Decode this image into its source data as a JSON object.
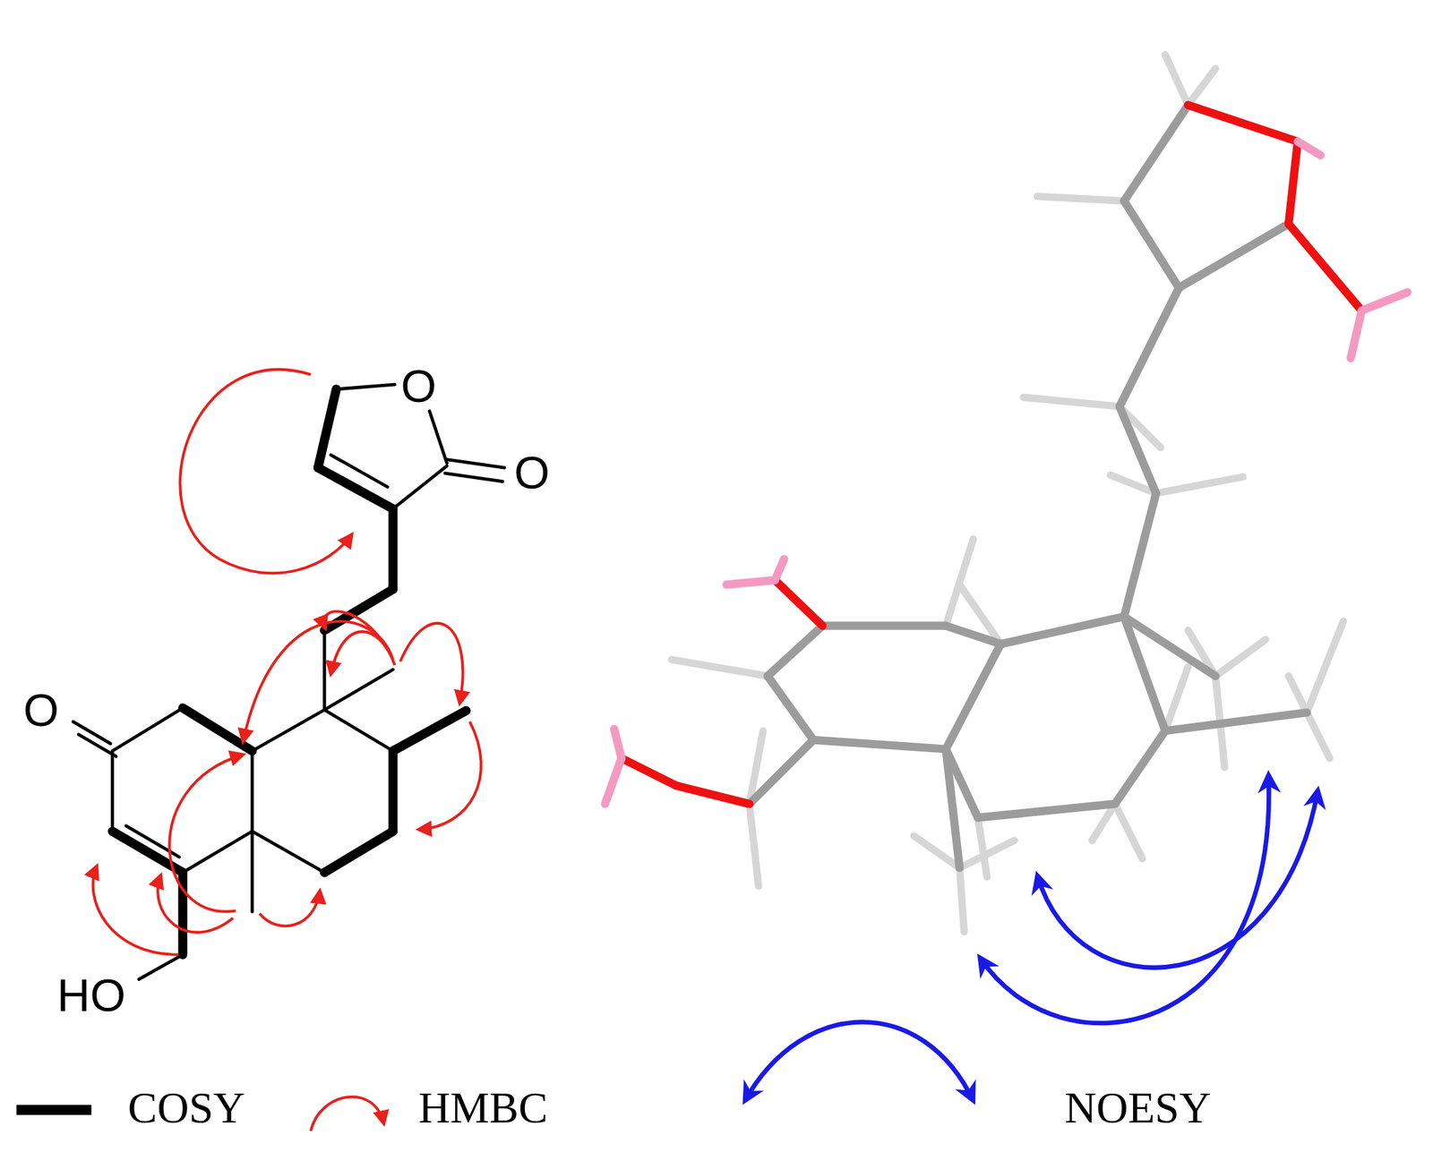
{
  "diagram": {
    "labels": [
      "O",
      "O",
      "O",
      "HO"
    ],
    "legend": [
      {
        "text": "COSY"
      },
      {
        "text": "HMBC"
      },
      {
        "text": "NOESY"
      }
    ]
  }
}
